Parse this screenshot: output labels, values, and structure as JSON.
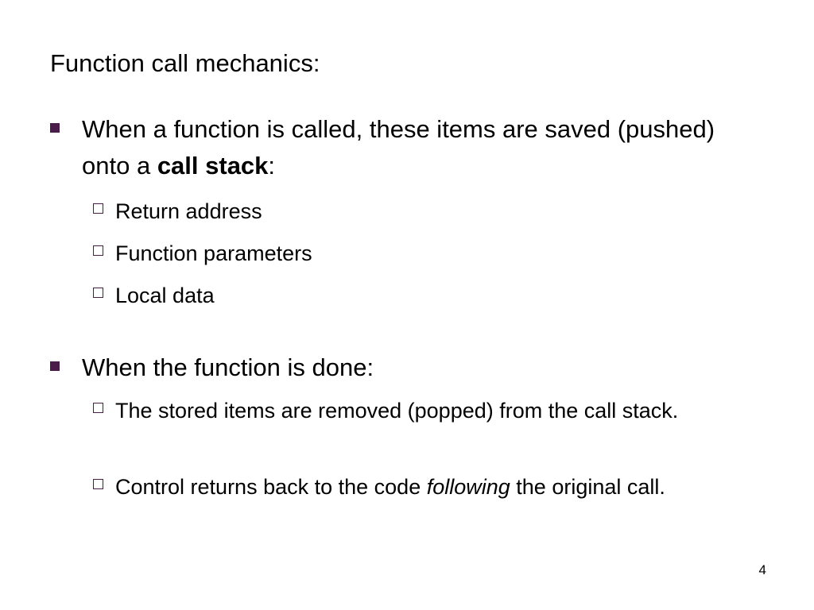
{
  "slide": {
    "title": "Function call mechanics:",
    "bullets": [
      {
        "text_before": "When a function is called, these items are saved (pushed) onto a ",
        "text_bold": "call stack",
        "text_after": ":",
        "subitems": [
          "Return address",
          "Function parameters",
          "Local data"
        ]
      },
      {
        "text": "When the function is done:",
        "subitems": [
          {
            "text": "The stored items are removed (popped) from the call stack."
          },
          {
            "text_before": "Control returns back to the code ",
            "text_italic": "following",
            "text_after": " the original call."
          }
        ]
      }
    ],
    "page_number": "4",
    "colors": {
      "bullet_marker": "#4a1c4a",
      "text": "#000000",
      "background": "#ffffff"
    },
    "icons": {
      "bullet_level1": "filled-square-bullet-icon",
      "bullet_level2": "hollow-square-bullet-icon"
    }
  }
}
